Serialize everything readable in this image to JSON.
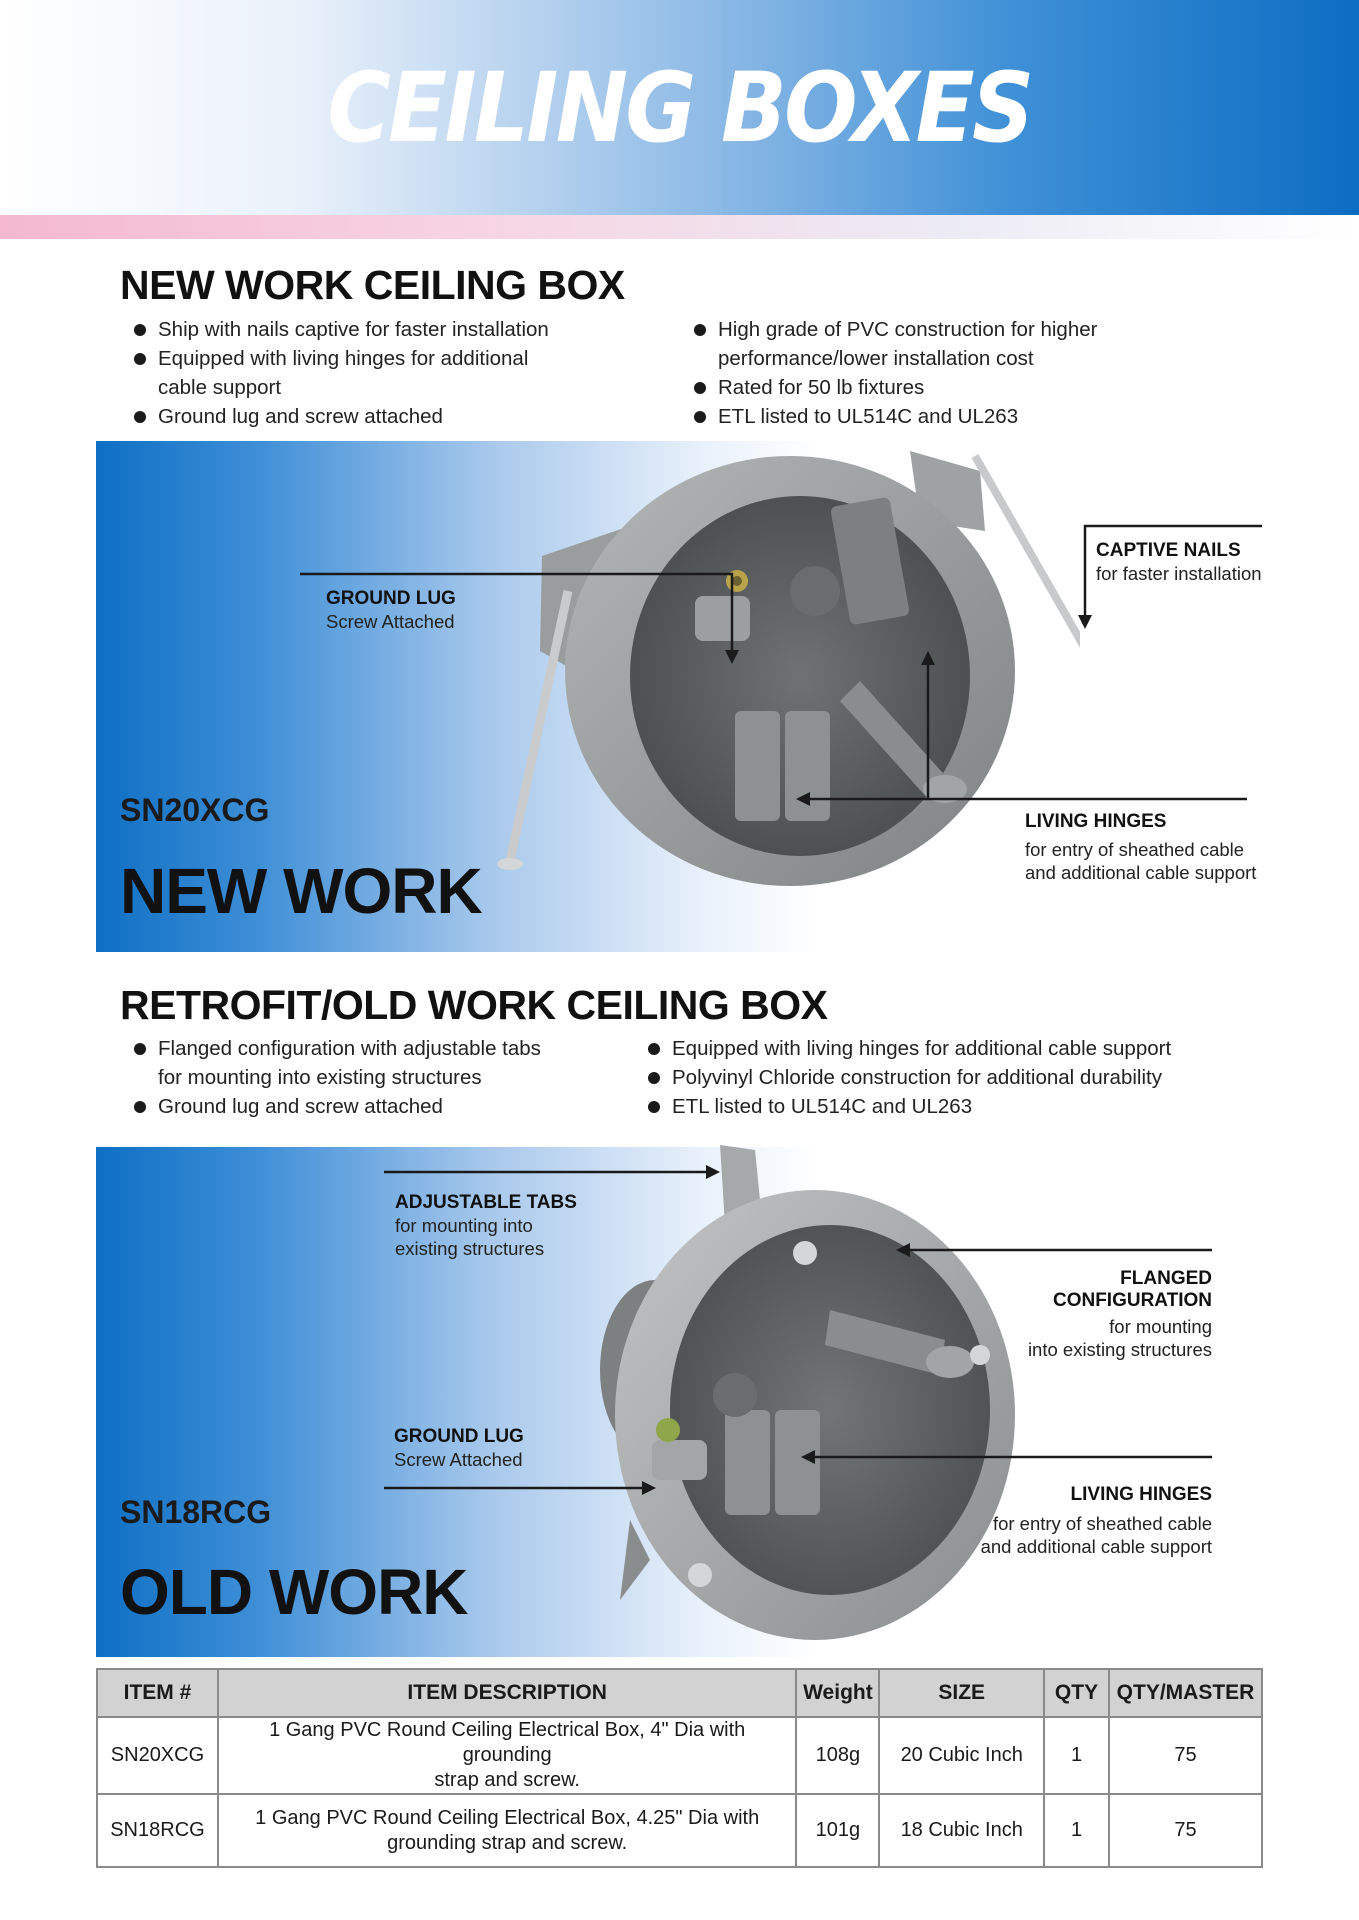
{
  "header": {
    "title": "CEILING BOXES"
  },
  "new_work": {
    "section_title": "NEW WORK CEILING BOX",
    "bullets_left": [
      "Ship with nails captive for faster installation",
      "Equipped with living hinges for additional\ncable support",
      "Ground lug and screw attached"
    ],
    "bullets_right": [
      "High grade of PVC construction for higher\nperformance/lower installation cost",
      "Rated for 50 lb fixtures",
      "ETL listed to UL514C and UL263"
    ],
    "model": "SN20XCG",
    "big_label": "NEW WORK",
    "callouts": {
      "ground_lug": {
        "title": "GROUND LUG",
        "sub": "Screw Attached"
      },
      "captive_nails": {
        "title": "CAPTIVE NAILS",
        "sub": "for faster installation"
      },
      "living_hinges": {
        "title": "LIVING HINGES",
        "sub1": "for entry of sheathed cable",
        "sub2": "and additional cable support"
      }
    }
  },
  "old_work": {
    "section_title": "RETROFIT/OLD WORK CEILING BOX",
    "bullets_left": [
      "Flanged configuration with adjustable tabs\nfor mounting into existing structures",
      "Ground lug and screw attached"
    ],
    "bullets_right": [
      "Equipped with living hinges for additional cable support",
      "Polyvinyl Chloride construction for additional durability",
      "ETL listed to UL514C and UL263"
    ],
    "model": "SN18RCG",
    "big_label": "OLD WORK",
    "callouts": {
      "adjustable_tabs": {
        "title": "ADJUSTABLE TABS",
        "sub1": "for mounting into",
        "sub2": "existing structures"
      },
      "flanged": {
        "title1": "FLANGED",
        "title2": "CONFIGURATION",
        "sub1": "for mounting",
        "sub2": "into existing structures"
      },
      "ground_lug": {
        "title": "GROUND LUG",
        "sub": "Screw Attached"
      },
      "living_hinges": {
        "title": "LIVING HINGES",
        "sub1": "for entry of sheathed cable",
        "sub2": "and additional cable support"
      }
    }
  },
  "table": {
    "headers": [
      "ITEM #",
      "ITEM DESCRIPTION",
      "Weight",
      "SIZE",
      "QTY",
      "QTY/MASTER"
    ],
    "rows": [
      [
        "SN20XCG",
        "1 Gang PVC Round Ceiling Electrical Box, 4\" Dia with grounding\nstrap and screw.",
        "108g",
        "20 Cubic Inch",
        "1",
        "75"
      ],
      [
        "SN18RCG",
        "1 Gang PVC Round Ceiling Electrical Box, 4.25\" Dia with\ngrounding strap and screw.",
        "101g",
        "18 Cubic Inch",
        "1",
        "75"
      ]
    ]
  },
  "colors": {
    "brand_blue": "#0d6dc2",
    "pink_accent": "#f3b8cf",
    "box_gray": "#8e9192"
  }
}
